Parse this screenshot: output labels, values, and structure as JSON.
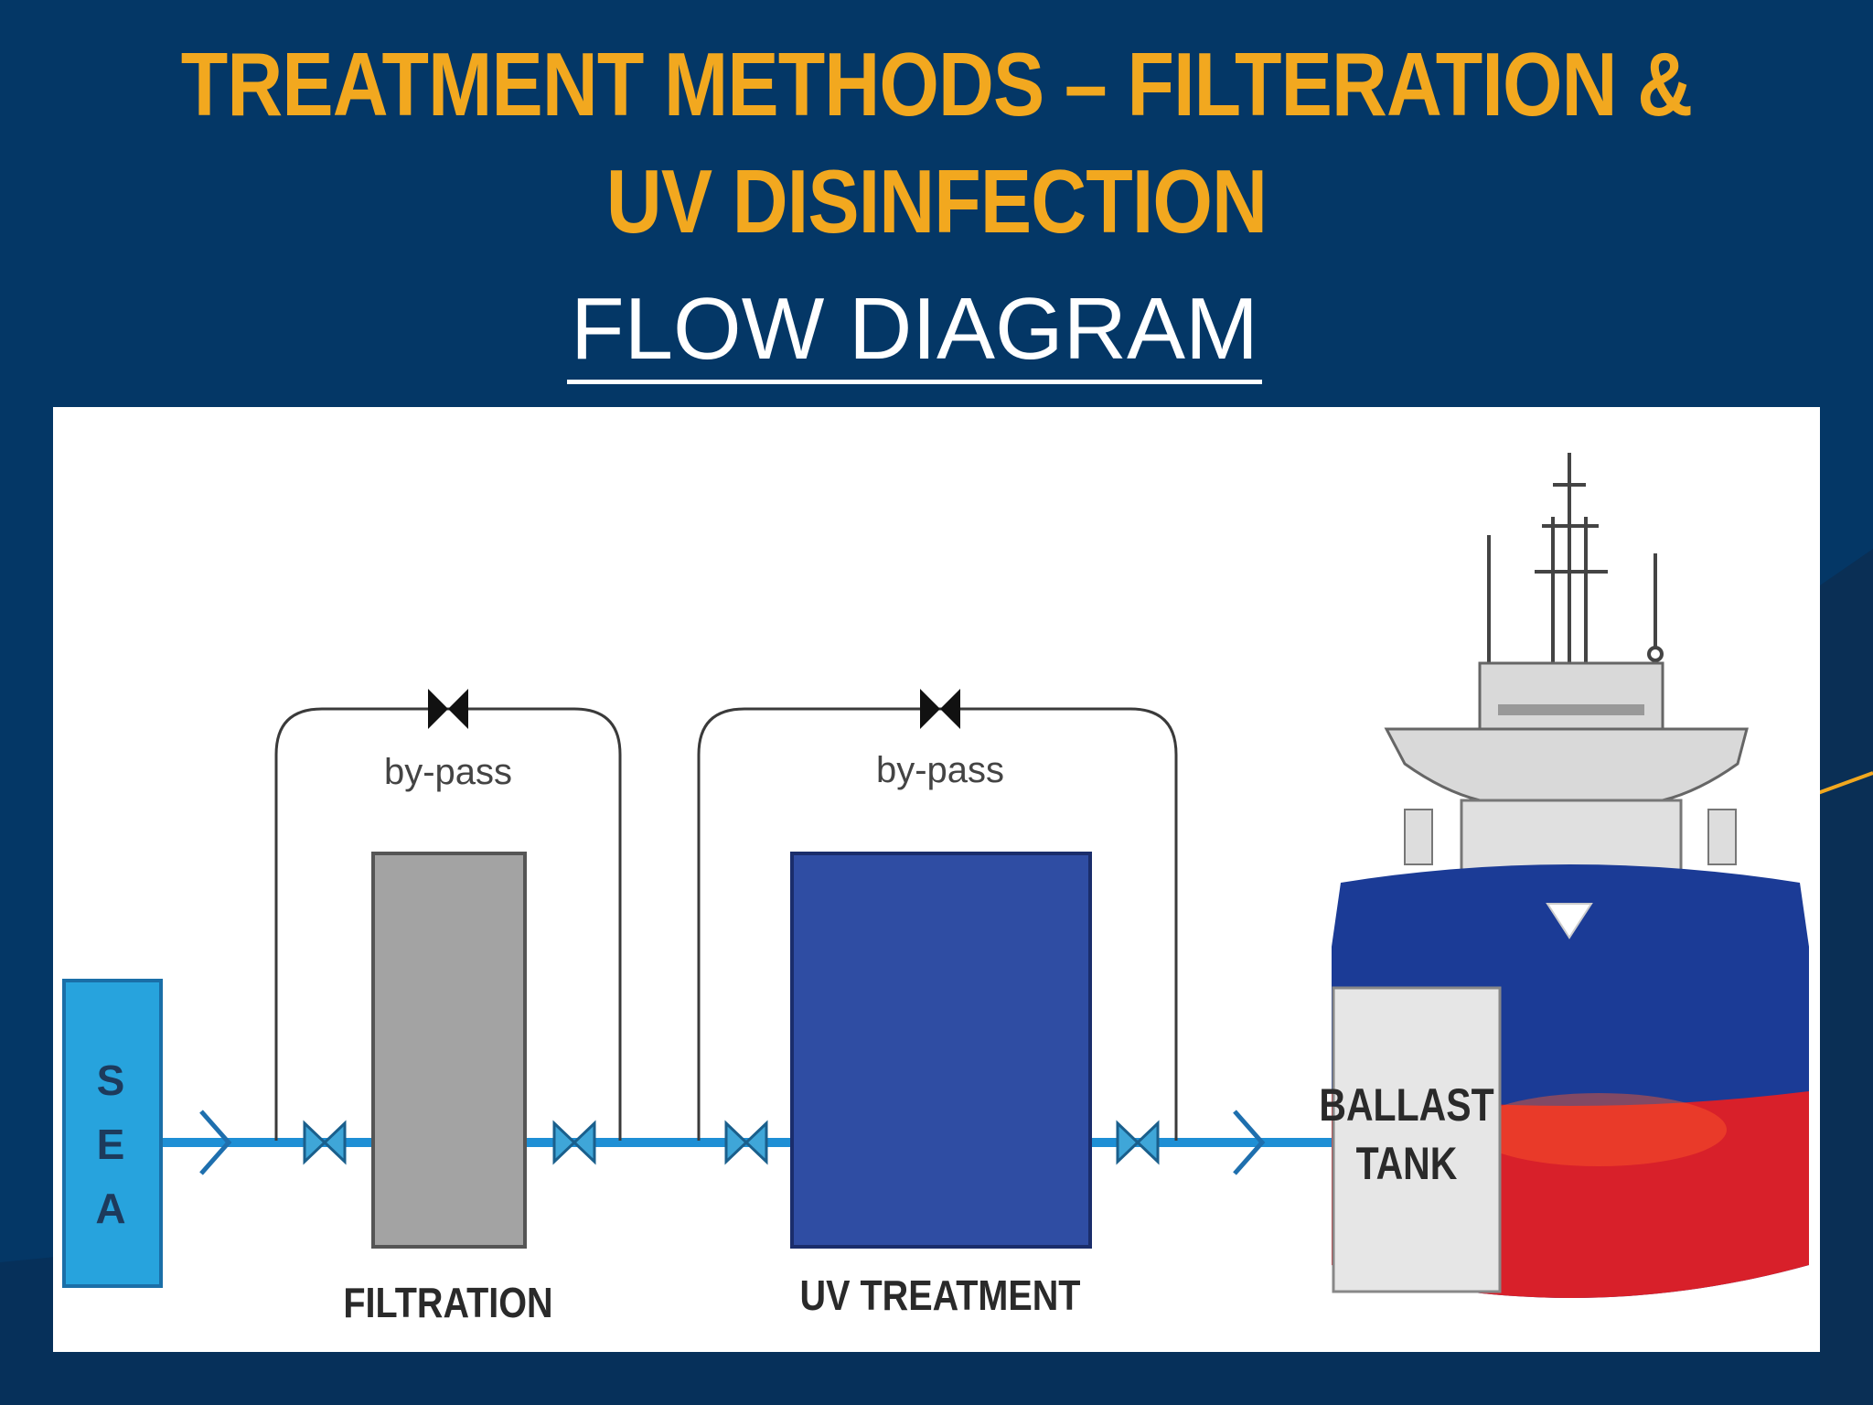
{
  "slide": {
    "title_line1": "TREATMENT METHODS – FILTERATION &",
    "title_line2": "UV DISINFECTION",
    "subtitle": "FLOW DIAGRAM"
  },
  "diagram": {
    "sea_label": [
      "S",
      "E",
      "A"
    ],
    "bypass_label_1": "by-pass",
    "bypass_label_2": "by-pass",
    "filtration_label": "FILTRATION",
    "uv_label": "UV TREATMENT",
    "ballast_line1": "BALLAST",
    "ballast_line2": "TANK"
  },
  "colors": {
    "background": "#043766",
    "title": "#F2A81F",
    "pipe": "#1E8FD5",
    "sea": "#27A3DD",
    "filter": "#A3A3A3",
    "uv": "#2F4DA3",
    "hull_blue": "#1B3B96",
    "hull_red": "#D8202A"
  }
}
